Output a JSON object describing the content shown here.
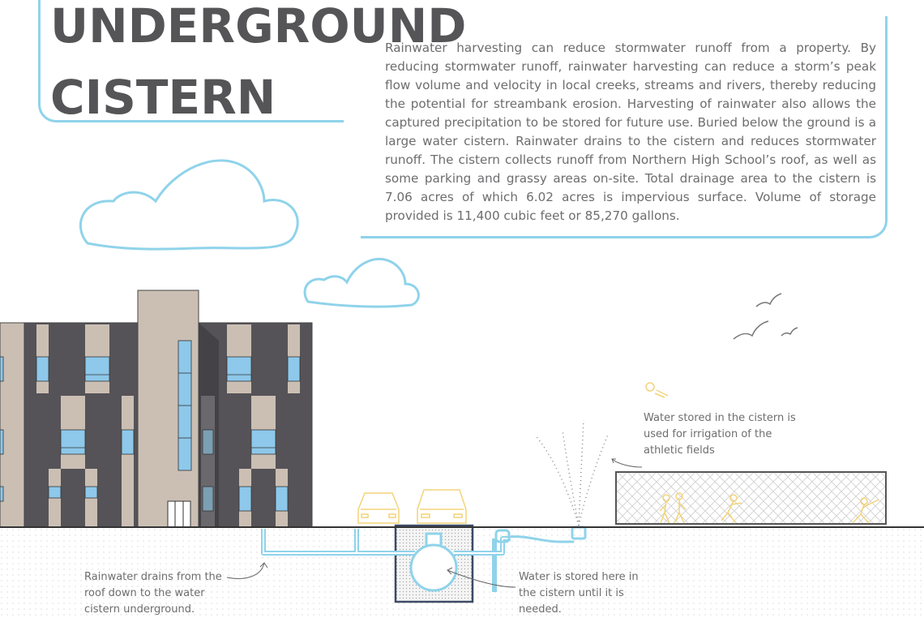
{
  "header": {
    "title_line1": "UNDERGROUND",
    "title_line2": "CISTERN"
  },
  "description": "Rainwater harvesting can reduce stormwater runoff from a property. By reducing stormwater runoff, rainwater harvesting can reduce a storm’s peak flow volume and velocity in local creeks, streams and rivers, thereby reducing the potential for streambank erosion. Harvesting of rainwater also allows the captured precipitation to be stored for future use. Buried below the ground is a large water cistern. Rainwater drains to the cistern and reduces stormwater runoff. The cistern collects runoff from Northern High School’s roof, as well as some parking and grassy areas on-site. Total drainage area to the cistern is 7.06 acres of which 6.02 acres is impervious surface.  Volume of storage provided is 11,400 cubic feet or 85,270 gallons.",
  "annotations": {
    "roof_drain": "Rainwater drains from the roof down to the water cistern underground.",
    "cistern_storage": "Water is stored here in the cistern until it is needed.",
    "irrigation": "Water stored in the cistern is used for irrigation of the athletic fields"
  },
  "colors": {
    "title": "#555557",
    "accent_blue": "#8fd3ea",
    "building_dark": "#555357",
    "building_light": "#cbbfb4",
    "window_blue": "#8ec8ea",
    "figure_yellow": "#f3d37a",
    "text_gray": "#6d6d6f",
    "ground_line": "#333333"
  },
  "icons": [
    "cloud-icon",
    "bird-icon",
    "car-icon",
    "sprinkler-icon",
    "athlete-icon",
    "ball-icon",
    "fence-icon"
  ]
}
